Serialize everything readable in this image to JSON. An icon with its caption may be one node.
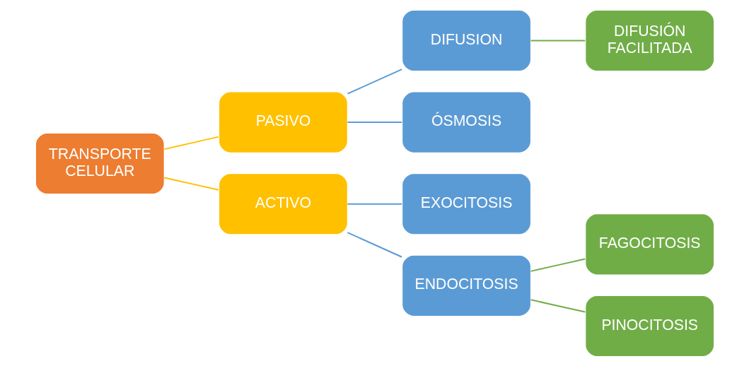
{
  "diagram": {
    "nodes": [
      {
        "text": [
          "TRANSPORTE CELULAR"
        ]
      },
      {
        "text": [
          "PASIVO"
        ]
      },
      {
        "text": [
          "ACTIVO"
        ]
      },
      {
        "text": [
          "DIFUSION"
        ]
      },
      {
        "text": [
          "ÓSMOSIS"
        ]
      },
      {
        "text": [
          "EXOCITOSIS"
        ]
      },
      {
        "text": [
          "ENDOCITOSIS"
        ]
      },
      {
        "text": [
          "DIFUSIÓN FACILITADA"
        ]
      },
      {
        "text": [
          "FAGOCITOSIS"
        ]
      },
      {
        "text": [
          "PINOCITOSIS"
        ]
      }
    ],
    "edges": [
      {
        "from": 0,
        "to": 1,
        "arrow": "none",
        "color": "#ffc000"
      },
      {
        "from": 0,
        "to": 2,
        "arrow": "none",
        "color": "#ffc000"
      },
      {
        "from": 1,
        "to": 3,
        "arrow": "none"
      },
      {
        "from": 1,
        "to": 4,
        "arrow": "none"
      },
      {
        "from": 2,
        "to": 5,
        "arrow": "none"
      },
      {
        "from": 2,
        "to": 6,
        "arrow": "none"
      },
      {
        "from": 3,
        "to": 7,
        "arrow": "none",
        "color": "#70ad47"
      },
      {
        "from": 6,
        "to": 8,
        "arrow": "none",
        "color": "#70ad47"
      },
      {
        "from": 6,
        "to": 9,
        "arrow": "none",
        "color": "#70ad47"
      }
    ]
  }
}
